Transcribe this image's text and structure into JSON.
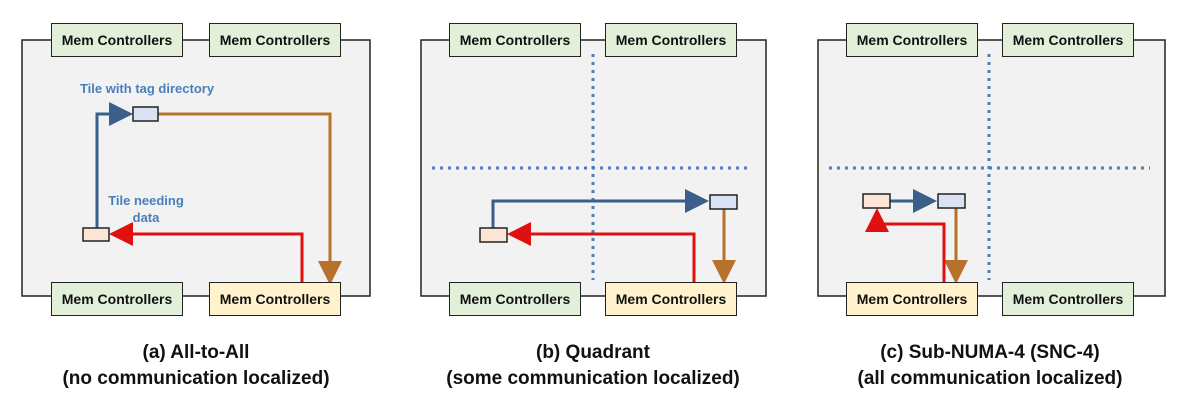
{
  "mem_label": "Mem Controllers",
  "notes": {
    "tag_directory": "Tile with tag directory",
    "needing_data_line1": "Tile needing",
    "needing_data_line2": "data"
  },
  "captions": [
    {
      "line1": "(a) All-to-All",
      "line2": "(no communication localized)"
    },
    {
      "line1": "(b) Quadrant",
      "line2": "(some communication localized)"
    },
    {
      "line1": "(c) Sub-NUMA-4 (SNC-4)",
      "line2": "(all communication localized)"
    }
  ],
  "colors": {
    "die_fill": "#f2f2f2",
    "mem_green": "#e2efd9",
    "mem_yellow": "#fff2cc",
    "arrow_blue": "#3a5f8a",
    "arrow_brown": "#b8712a",
    "arrow_red": "#e01010",
    "tile_blue": "#dae3f3",
    "tile_orange": "#fbe5d6",
    "divider": "#4a7ebb"
  }
}
